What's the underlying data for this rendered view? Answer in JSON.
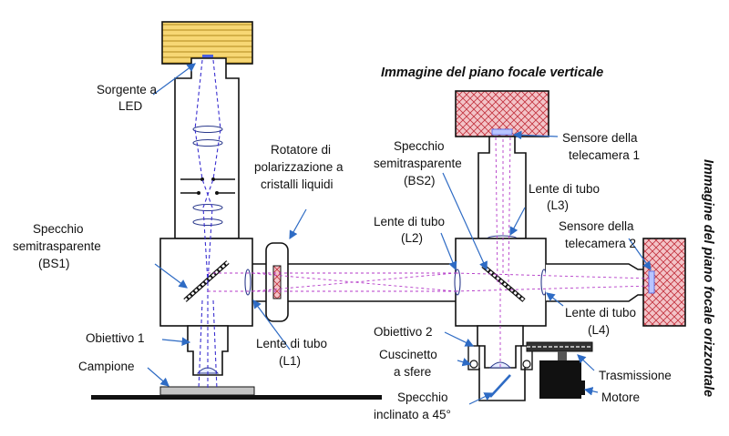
{
  "labels": {
    "sorgente": [
      "Sorgente a",
      "LED"
    ],
    "rotatore": [
      "Rotatore di",
      "polarizzazione a",
      "cristalli liquidi"
    ],
    "bs1": [
      "Specchio",
      "semitrasparente",
      "(BS1)"
    ],
    "obiettivo1": "Obiettivo 1",
    "campione": "Campione",
    "lente_l1": [
      "Lente di tubo",
      "(L1)"
    ],
    "bs2": [
      "Specchio",
      "semitrasparente",
      "(BS2)"
    ],
    "lente_l2": [
      "Lente di tubo",
      "(L2)"
    ],
    "lente_l3": [
      "Lente di tubo",
      "(L3)"
    ],
    "sensore1": [
      "Sensore della",
      "telecamera 1"
    ],
    "sensore2": [
      "Sensore della",
      "telecamera 2"
    ],
    "lente_l4": [
      "Lente di tubo",
      "(L4)"
    ],
    "obiettivo2": "Obiettivo 2",
    "cuscinetto": [
      "Cuscinetto",
      "a sfere"
    ],
    "specchio45": [
      "Specchio",
      "inclinato a 45°"
    ],
    "trasmissione": "Trasmissione",
    "motore": "Motore"
  },
  "titles": {
    "vertical_plane": "Immagine del piano focale verticale",
    "horizontal_plane": "Immagine del piano focale orizzontale"
  },
  "colors": {
    "led_housing": "#f5d76e",
    "camera_housing": "#e8a0a6",
    "beam_blue": "#3a2fd0",
    "beam_purple": "#b43ac8",
    "leader_line": "#2e6bc4"
  }
}
